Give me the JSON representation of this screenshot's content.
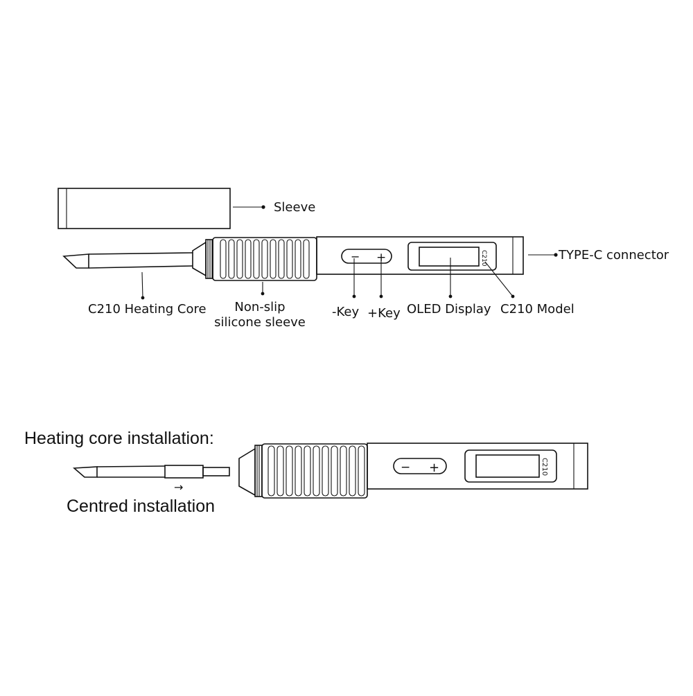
{
  "labels": {
    "sleeve": "Sleeve",
    "type_c": "TYPE-C connector",
    "heating_core": "C210 Heating Core",
    "non_slip_line1": "Non-slip",
    "non_slip_line2": "silicone sleeve",
    "minus_key": "-Key",
    "plus_key": "+Key",
    "oled": "OLED Display",
    "model": "C210 Model"
  },
  "installation": {
    "heading": "Heating core installation:",
    "centred": "Centred installation",
    "arrow": "→"
  },
  "device": {
    "minus_symbol": "−",
    "plus_symbol": "+",
    "model_text": "C210"
  }
}
